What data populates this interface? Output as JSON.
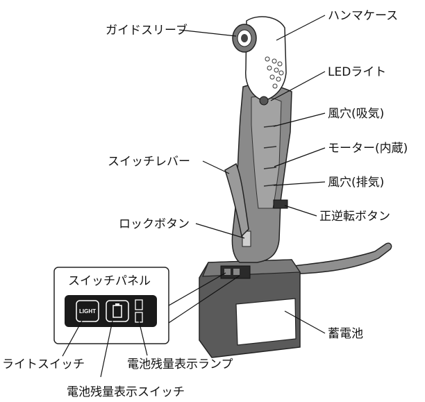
{
  "labels": {
    "guide_sleeve": "ガイドスリーブ",
    "hammer_case": "ハンマケース",
    "led_light": "LEDライト",
    "air_intake": "風穴(吸気)",
    "motor": "モーター(内蔵)",
    "air_exhaust": "風穴(排気)",
    "switch_lever": "スイッチレバー",
    "reverse_button": "正逆転ボタン",
    "lock_button": "ロックボタン",
    "switch_panel": "スイッチパネル",
    "light_button_text": "LIGHT",
    "light_switch": "ライトスイッチ",
    "battery_lamp": "電池残量表示ランプ",
    "battery_switch": "電池残量表示スイッチ",
    "battery": "蓄電池"
  }
}
